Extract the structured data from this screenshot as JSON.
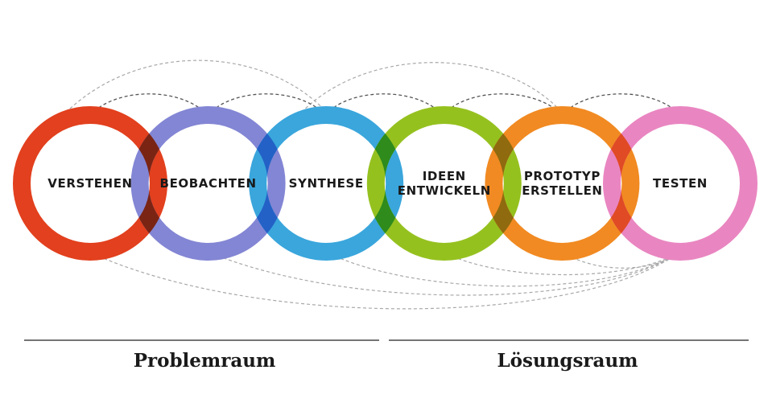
{
  "phases": [
    {
      "id": "verstehen",
      "lines": [
        "VERSTEHEN"
      ],
      "color": "#e2401e"
    },
    {
      "id": "beobachten",
      "lines": [
        "BEOBACHTEN"
      ],
      "color": "#8386d4"
    },
    {
      "id": "synthese",
      "lines": [
        "SYNTHESE"
      ],
      "color": "#3aa6dc"
    },
    {
      "id": "ideen-entwickeln",
      "lines": [
        "IDEEN",
        "ENTWICKELN"
      ],
      "color": "#95c11f"
    },
    {
      "id": "prototyp-erstellen",
      "lines": [
        "PROTOTYP",
        "ERSTELLEN"
      ],
      "color": "#f18a22"
    },
    {
      "id": "testen",
      "lines": [
        "TESTEN"
      ],
      "color": "#e986c1"
    }
  ],
  "overlap_colors": [
    "#7a2414",
    "#2361c6",
    "#2e8b1c",
    "#8f6a0f",
    "#e04a25"
  ],
  "spaces": {
    "problem": "Problemraum",
    "solution": "Lösungsraum"
  }
}
